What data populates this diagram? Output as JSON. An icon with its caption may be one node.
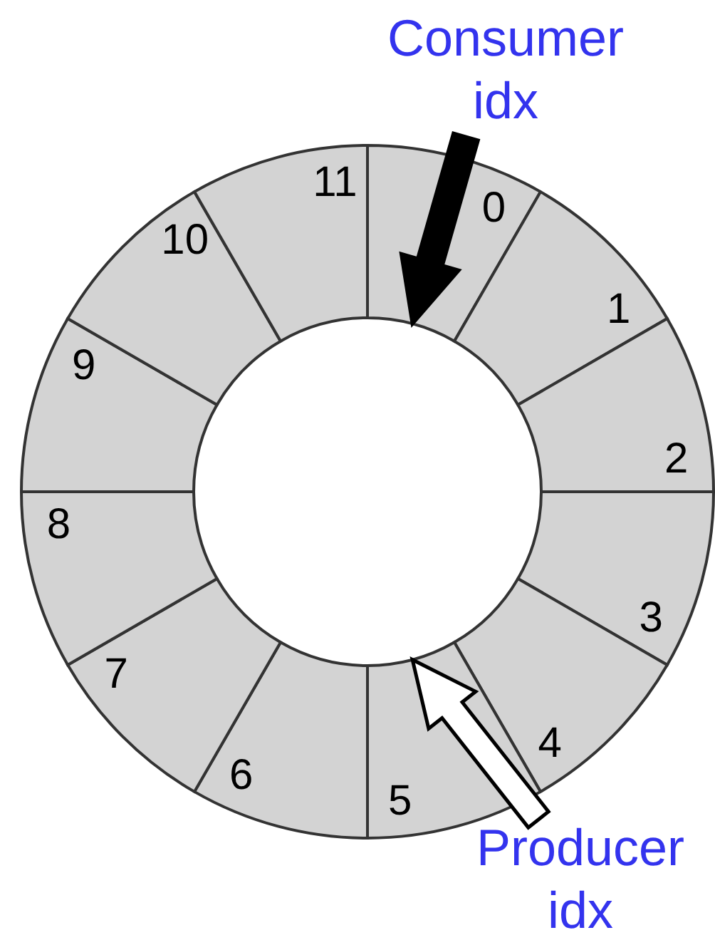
{
  "diagram": {
    "nodes": [
      {
        "text": [
          "0"
        ]
      },
      {
        "text": [
          "1"
        ]
      },
      {
        "text": [
          "2"
        ]
      },
      {
        "text": [
          "3"
        ]
      },
      {
        "text": [
          "4"
        ]
      },
      {
        "text": [
          "5"
        ]
      },
      {
        "text": [
          "6"
        ]
      },
      {
        "text": [
          "7"
        ]
      },
      {
        "text": [
          "8"
        ]
      },
      {
        "text": [
          "9"
        ]
      },
      {
        "text": [
          "10"
        ]
      },
      {
        "text": [
          "11"
        ]
      },
      {
        "text": [
          "Consumer idx"
        ]
      },
      {
        "text": [
          "Producer idx"
        ]
      }
    ],
    "edges": [
      {
        "from": 12,
        "to": 0,
        "arrow": "to",
        "style": "thick",
        "color": "#000000"
      },
      {
        "from": 13,
        "to": 5,
        "arrow": "to",
        "style": "thick",
        "color": "#ffffff"
      }
    ]
  }
}
